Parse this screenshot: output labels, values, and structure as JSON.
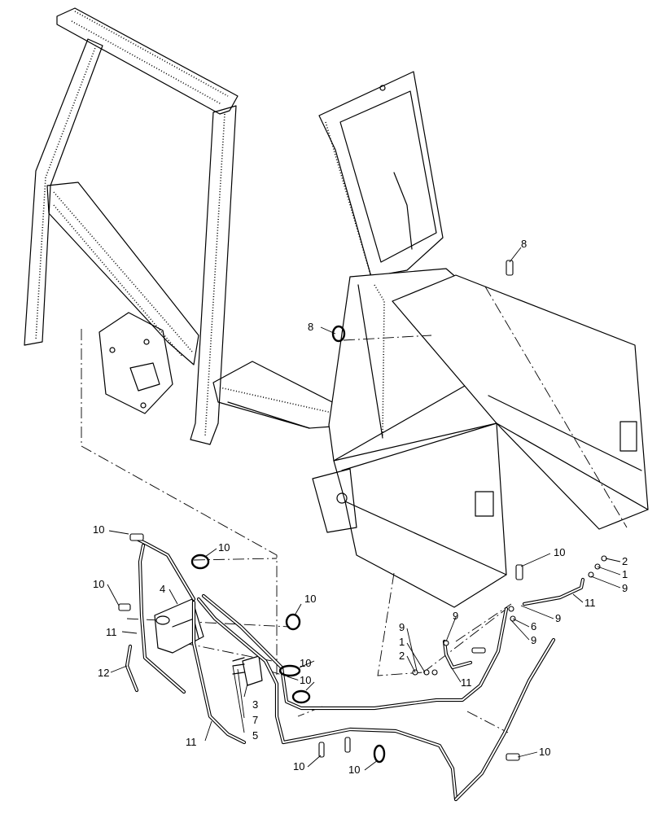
{
  "callouts": [
    {
      "id": "c1",
      "text": "10"
    },
    {
      "id": "c2",
      "text": "10"
    },
    {
      "id": "c3",
      "text": "10"
    },
    {
      "id": "c4",
      "text": "4"
    },
    {
      "id": "c5",
      "text": "10"
    },
    {
      "id": "c6",
      "text": "11"
    },
    {
      "id": "c7",
      "text": "12"
    },
    {
      "id": "c8",
      "text": "10"
    },
    {
      "id": "c9",
      "text": "10"
    },
    {
      "id": "c10",
      "text": "3"
    },
    {
      "id": "c11",
      "text": "7"
    },
    {
      "id": "c12",
      "text": "5"
    },
    {
      "id": "c13",
      "text": "11"
    },
    {
      "id": "c14",
      "text": "10"
    },
    {
      "id": "c15",
      "text": "10"
    },
    {
      "id": "c16",
      "text": "8"
    },
    {
      "id": "c17",
      "text": "8"
    },
    {
      "id": "c18",
      "text": "10"
    },
    {
      "id": "c19",
      "text": "2"
    },
    {
      "id": "c20",
      "text": "1"
    },
    {
      "id": "c21",
      "text": "9"
    },
    {
      "id": "c22",
      "text": "11"
    },
    {
      "id": "c23",
      "text": "9"
    },
    {
      "id": "c24",
      "text": "6"
    },
    {
      "id": "c25",
      "text": "9"
    },
    {
      "id": "c26",
      "text": "9"
    },
    {
      "id": "c27",
      "text": "9"
    },
    {
      "id": "c28",
      "text": "1"
    },
    {
      "id": "c29",
      "text": "2"
    },
    {
      "id": "c30",
      "text": "11"
    },
    {
      "id": "c31",
      "text": "10"
    }
  ]
}
